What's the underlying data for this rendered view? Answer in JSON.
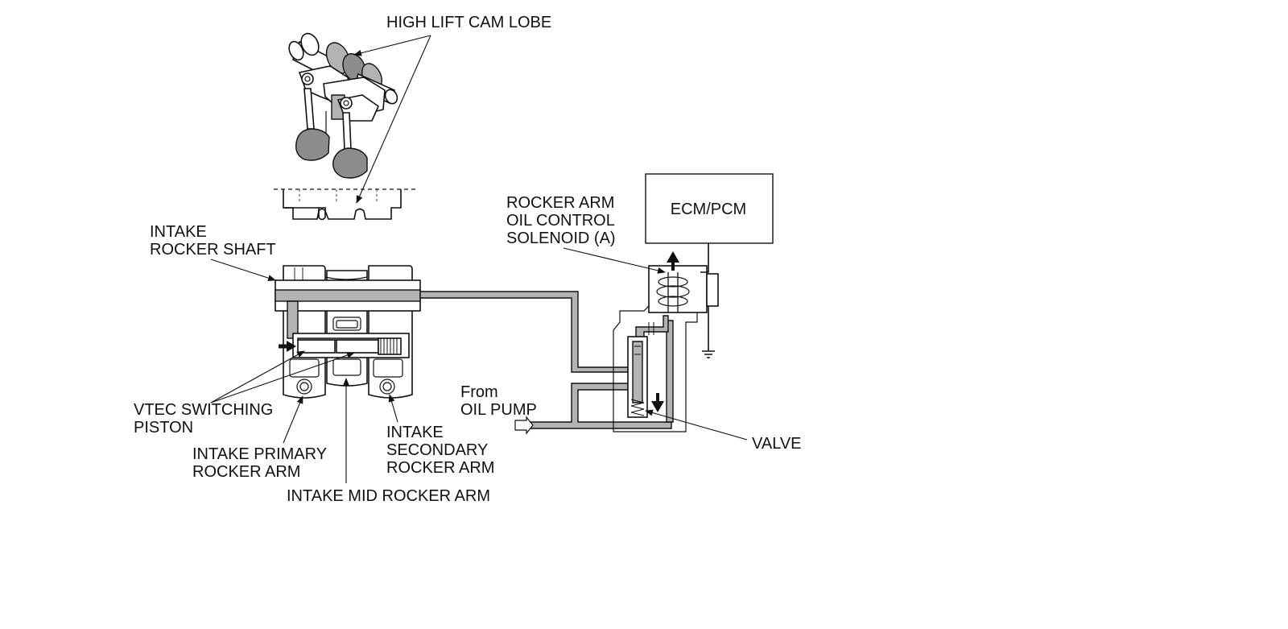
{
  "labels": {
    "high_lift_cam_lobe": "HIGH LIFT CAM LOBE",
    "intake_rocker_shaft": [
      "INTAKE",
      "ROCKER SHAFT"
    ],
    "solenoid": [
      "ROCKER ARM",
      "OIL CONTROL",
      "SOLENOID (A)"
    ],
    "ecm_pcm": "ECM/PCM",
    "vtec_switching_piston": [
      "VTEC SWITCHING",
      "PISTON"
    ],
    "from_oil_pump": [
      "From",
      "OIL PUMP"
    ],
    "valve": "VALVE",
    "intake_primary_rocker_arm": [
      "INTAKE PRIMARY",
      "ROCKER ARM"
    ],
    "intake_secondary_rocker_arm": [
      "INTAKE",
      "SECONDARY",
      "ROCKER ARM"
    ],
    "intake_mid_rocker_arm": "INTAKE MID ROCKER ARM"
  },
  "colors": {
    "line": "#111111",
    "oil_passage": "#b3b3b3",
    "background": "#ffffff"
  }
}
